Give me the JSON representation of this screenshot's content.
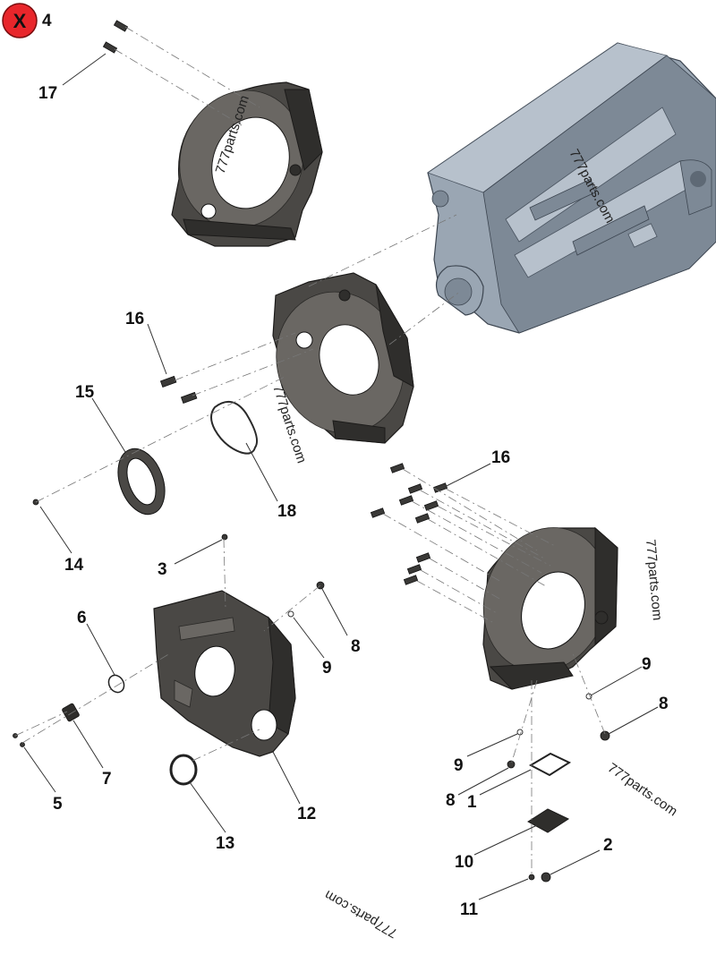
{
  "badge": {
    "symbol": "X",
    "count": "4",
    "color": "#e8262b"
  },
  "callouts": {
    "c17": "17",
    "c16a": "16",
    "c15": "15",
    "c18": "18",
    "c14": "14",
    "c3": "3",
    "c6": "6",
    "c9a": "9",
    "c8a": "8",
    "c7": "7",
    "c5": "5",
    "c12": "12",
    "c13": "13",
    "c16b": "16",
    "c9b": "9",
    "c8b": "8",
    "c9c": "9",
    "c8c": "8",
    "c1": "1",
    "c10": "10",
    "c2": "2",
    "c11": "11"
  },
  "watermark": "777parts.com"
}
